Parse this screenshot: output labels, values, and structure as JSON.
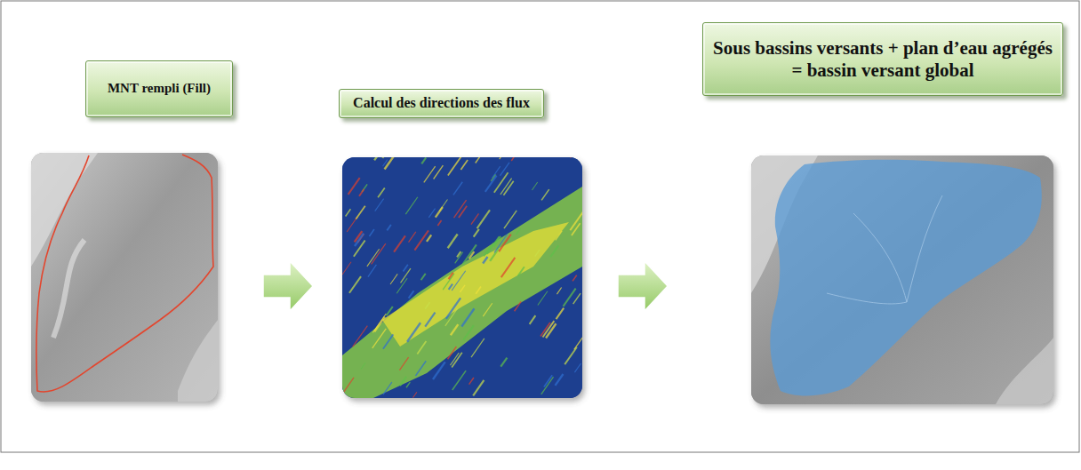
{
  "diagram": {
    "nodes": [
      {
        "text": [
          "MNT rempli (Fill)"
        ]
      },
      {
        "text": [
          "Calcul des directions des flux"
        ]
      },
      {
        "text": [
          "Sous bassins versants + plan d’eau agrégés = bassin versant global"
        ]
      }
    ],
    "edges": [
      {
        "from": 0,
        "to": 1,
        "arrow": "to"
      },
      {
        "from": 1,
        "to": 2,
        "arrow": "to"
      }
    ]
  }
}
